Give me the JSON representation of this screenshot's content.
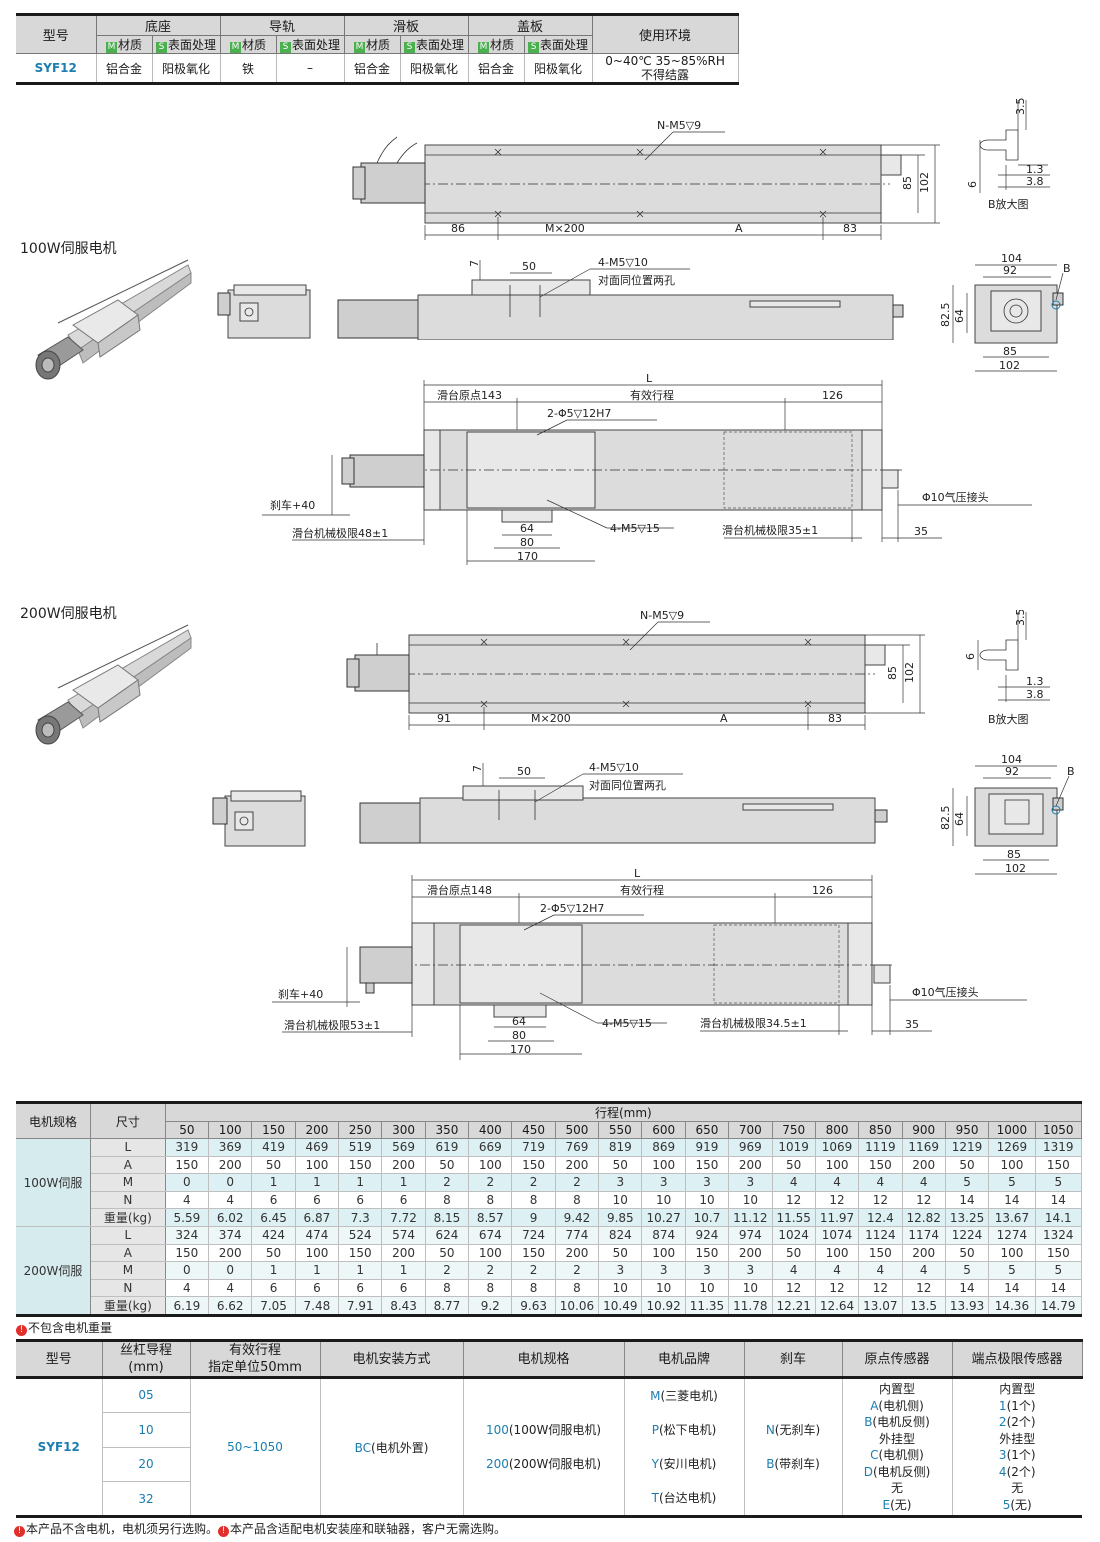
{
  "spec_table": {
    "headers": {
      "model": "型号",
      "base": "底座",
      "rail": "导轨",
      "slider": "滑板",
      "cover": "盖板",
      "env": "使用环境",
      "material_tag": "M",
      "material": "材质",
      "surface_tag": "S",
      "surface": "表面处理"
    },
    "row": {
      "model": "SYF12",
      "base_material": "铝合金",
      "base_surface": "阳极氧化",
      "rail_material": "铁",
      "rail_surface": "–",
      "slider_material": "铝合金",
      "slider_surface": "阳极氧化",
      "cover_material": "铝合金",
      "cover_surface": "阳极氧化",
      "env_line1": "0~40℃  35~85%RH",
      "env_line2": "不得结露"
    }
  },
  "section_100w": {
    "title": "100W伺服电机",
    "top_view": {
      "holes": "N-M5▽9",
      "dim_left": "86",
      "dim_pitch": "M×200",
      "dim_a": "A",
      "dim_right": "83",
      "dim_h1": "85",
      "dim_h2": "102"
    },
    "detail_b": {
      "d1": "3.5",
      "d2": "1.3",
      "d3": "3.8",
      "d4": "6",
      "caption": "B放大图"
    },
    "side_view": {
      "dim_7": "7",
      "dim_50": "50",
      "holes": "4-M5▽10",
      "holes_note": "对面同位置两孔"
    },
    "end_view": {
      "w1": "104",
      "w2": "92",
      "b": "B",
      "h1": "82.5",
      "h2": "64",
      "w3": "85",
      "w4": "102"
    },
    "bottom_view": {
      "L": "L",
      "origin": "滑台原点143",
      "stroke": "有效行程",
      "right": "126",
      "pin_holes": "2-Φ5▽12H7",
      "brake": "刹车+40",
      "limit_left": "滑台机械极限48±1",
      "slide_holes": "4-M5▽15",
      "d64": "64",
      "d80": "80",
      "d170": "170",
      "limit_right": "滑台机械极限35±1",
      "d35": "35",
      "air": "Φ10气压接头"
    }
  },
  "section_200w": {
    "title": "200W伺服电机",
    "top_view": {
      "holes": "N-M5▽9",
      "dim_left": "91",
      "dim_pitch": "M×200",
      "dim_a": "A",
      "dim_right": "83",
      "dim_h1": "85",
      "dim_h2": "102"
    },
    "detail_b": {
      "d1": "3.5",
      "d2": "1.3",
      "d3": "3.8",
      "d4": "6",
      "caption": "B放大图"
    },
    "side_view": {
      "dim_7": "7",
      "dim_50": "50",
      "holes": "4-M5▽10",
      "holes_note": "对面同位置两孔"
    },
    "end_view": {
      "w1": "104",
      "w2": "92",
      "b": "B",
      "h1": "82.5",
      "h2": "64",
      "w3": "85",
      "w4": "102"
    },
    "bottom_view": {
      "L": "L",
      "origin": "滑台原点148",
      "stroke": "有效行程",
      "right": "126",
      "pin_holes": "2-Φ5▽12H7",
      "brake": "刹车+40",
      "limit_left": "滑台机械极限53±1",
      "slide_holes": "4-M5▽15",
      "d64": "64",
      "d80": "80",
      "d170": "170",
      "limit_right": "滑台机械极限34.5±1",
      "d35": "35",
      "air": "Φ10气压接头"
    }
  },
  "data_table": {
    "h_motor": "电机规格",
    "h_dim": "尺寸",
    "h_stroke": "行程(mm)",
    "strokes": [
      "50",
      "100",
      "150",
      "200",
      "250",
      "300",
      "350",
      "400",
      "450",
      "500",
      "550",
      "600",
      "650",
      "700",
      "750",
      "800",
      "850",
      "900",
      "950",
      "1000",
      "1050"
    ],
    "groups": [
      {
        "motor": "100W伺服",
        "rows": [
          {
            "name": "L",
            "values": [
              "319",
              "369",
              "419",
              "469",
              "519",
              "569",
              "619",
              "669",
              "719",
              "769",
              "819",
              "869",
              "919",
              "969",
              "1019",
              "1069",
              "1119",
              "1169",
              "1219",
              "1269",
              "1319"
            ]
          },
          {
            "name": "A",
            "values": [
              "150",
              "200",
              "50",
              "100",
              "150",
              "200",
              "50",
              "100",
              "150",
              "200",
              "50",
              "100",
              "150",
              "200",
              "50",
              "100",
              "150",
              "200",
              "50",
              "100",
              "150"
            ]
          },
          {
            "name": "M",
            "values": [
              "0",
              "0",
              "1",
              "1",
              "1",
              "1",
              "2",
              "2",
              "2",
              "2",
              "3",
              "3",
              "3",
              "3",
              "4",
              "4",
              "4",
              "4",
              "5",
              "5",
              "5"
            ]
          },
          {
            "name": "N",
            "values": [
              "4",
              "4",
              "6",
              "6",
              "6",
              "6",
              "8",
              "8",
              "8",
              "8",
              "10",
              "10",
              "10",
              "10",
              "12",
              "12",
              "12",
              "12",
              "14",
              "14",
              "14"
            ]
          },
          {
            "name": "重量(kg)",
            "values": [
              "5.59",
              "6.02",
              "6.45",
              "6.87",
              "7.3",
              "7.72",
              "8.15",
              "8.57",
              "9",
              "9.42",
              "9.85",
              "10.27",
              "10.7",
              "11.12",
              "11.55",
              "11.97",
              "12.4",
              "12.82",
              "13.25",
              "13.67",
              "14.1"
            ]
          }
        ]
      },
      {
        "motor": "200W伺服",
        "rows": [
          {
            "name": "L",
            "values": [
              "324",
              "374",
              "424",
              "474",
              "524",
              "574",
              "624",
              "674",
              "724",
              "774",
              "824",
              "874",
              "924",
              "974",
              "1024",
              "1074",
              "1124",
              "1174",
              "1224",
              "1274",
              "1324"
            ]
          },
          {
            "name": "A",
            "values": [
              "150",
              "200",
              "50",
              "100",
              "150",
              "200",
              "50",
              "100",
              "150",
              "200",
              "50",
              "100",
              "150",
              "200",
              "50",
              "100",
              "150",
              "200",
              "50",
              "100",
              "150"
            ]
          },
          {
            "name": "M",
            "values": [
              "0",
              "0",
              "1",
              "1",
              "1",
              "1",
              "2",
              "2",
              "2",
              "2",
              "3",
              "3",
              "3",
              "3",
              "4",
              "4",
              "4",
              "4",
              "5",
              "5",
              "5"
            ]
          },
          {
            "name": "N",
            "values": [
              "4",
              "4",
              "6",
              "6",
              "6",
              "6",
              "8",
              "8",
              "8",
              "8",
              "10",
              "10",
              "10",
              "10",
              "12",
              "12",
              "12",
              "12",
              "14",
              "14",
              "14"
            ]
          },
          {
            "name": "重量(kg)",
            "values": [
              "6.19",
              "6.62",
              "7.05",
              "7.48",
              "7.91",
              "8.43",
              "8.77",
              "9.2",
              "9.63",
              "10.06",
              "10.49",
              "10.92",
              "11.35",
              "11.78",
              "12.21",
              "12.64",
              "13.07",
              "13.5",
              "13.93",
              "14.36",
              "14.79"
            ]
          }
        ]
      }
    ],
    "note_icon": "!",
    "note": "不包含电机重量"
  },
  "order_table": {
    "headers": {
      "model": "型号",
      "lead_1": "丝杠导程",
      "lead_2": "(mm)",
      "stroke_1": "有效行程",
      "stroke_2": "指定单位50mm",
      "mount": "电机安装方式",
      "motor": "电机规格",
      "brand": "电机品牌",
      "brake": "刹车",
      "origin": "原点传感器",
      "limit": "端点极限传感器"
    },
    "model": "SYF12",
    "leads": [
      "05",
      "10",
      "20",
      "32"
    ],
    "stroke_range": "50~1050",
    "mount_code": "BC",
    "mount_text": "(电机外置)",
    "motors": [
      {
        "code": "100",
        "text": "(100W伺服电机)"
      },
      {
        "code": "200",
        "text": "(200W伺服电机)"
      }
    ],
    "brands": [
      {
        "code": "M",
        "text": "(三菱电机)"
      },
      {
        "code": "P",
        "text": "(松下电机)"
      },
      {
        "code": "Y",
        "text": "(安川电机)"
      },
      {
        "code": "T",
        "text": "(台达电机)"
      }
    ],
    "brakes": [
      {
        "code": "N",
        "text": "(无刹车)"
      },
      {
        "code": "B",
        "text": "(带刹车)"
      }
    ],
    "origin_lines": [
      {
        "code": "",
        "text": "内置型"
      },
      {
        "code": "A",
        "text": "(电机侧)"
      },
      {
        "code": "B",
        "text": "(电机反侧)"
      },
      {
        "code": "",
        "text": "外挂型"
      },
      {
        "code": "C",
        "text": "(电机侧)"
      },
      {
        "code": "D",
        "text": "(电机反侧)"
      },
      {
        "code": "",
        "text": "无"
      },
      {
        "code": "E",
        "text": "(无)"
      }
    ],
    "limit_lines": [
      {
        "code": "",
        "text": "内置型"
      },
      {
        "code": "1",
        "text": "(1个)"
      },
      {
        "code": "2",
        "text": "(2个)"
      },
      {
        "code": "",
        "text": "外挂型"
      },
      {
        "code": "3",
        "text": "(1个)"
      },
      {
        "code": "4",
        "text": "(2个)"
      },
      {
        "code": "",
        "text": "无"
      },
      {
        "code": "5",
        "text": "(无)"
      }
    ]
  },
  "footer": {
    "icon": "!",
    "note1": "本产品不含电机，电机须另行选购。",
    "note2": "本产品含适配电机安装座和联轴器，客户无需选购。"
  },
  "colors": {
    "accent_blue": "#1b7db0",
    "tag_green": "#4caf50",
    "warn_red": "#e0302b",
    "table_cyan": "#d6ebee"
  }
}
